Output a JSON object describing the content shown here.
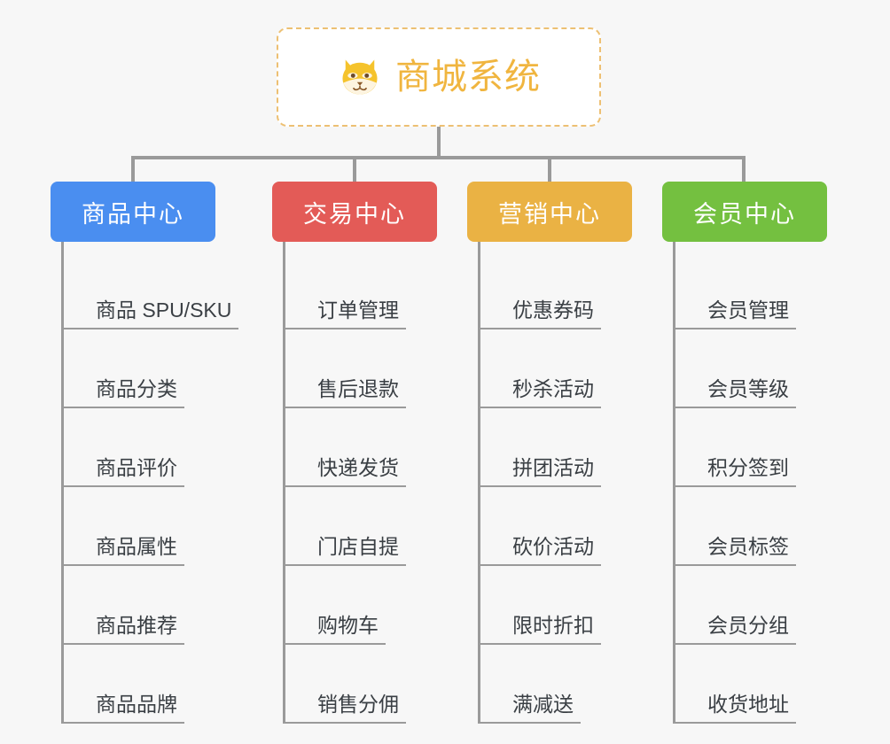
{
  "diagram": {
    "type": "tree",
    "background_color": "#f7f7f7",
    "root": {
      "title": "商城系统",
      "icon": "dog-face-icon",
      "text_color": "#f0b53f",
      "border_color": "#edc073",
      "border_style": "dashed",
      "fill_color": "#ffffff"
    },
    "connector_color": "#9a9a9a",
    "branches": [
      {
        "label": "商品中心",
        "color": "#4a8ef0",
        "items": [
          "商品 SPU/SKU",
          "商品分类",
          "商品评价",
          "商品属性",
          "商品推荐",
          "商品品牌"
        ]
      },
      {
        "label": "交易中心",
        "color": "#e35b57",
        "items": [
          "订单管理",
          "售后退款",
          "快递发货",
          "门店自提",
          "购物车",
          "销售分佣"
        ]
      },
      {
        "label": "营销中心",
        "color": "#eab244",
        "items": [
          "优惠券码",
          "秒杀活动",
          "拼团活动",
          "砍价活动",
          "限时折扣",
          "满减送"
        ]
      },
      {
        "label": "会员中心",
        "color": "#74c040",
        "items": [
          "会员管理",
          "会员等级",
          "积分签到",
          "会员标签",
          "会员分组",
          "收货地址"
        ]
      }
    ]
  }
}
